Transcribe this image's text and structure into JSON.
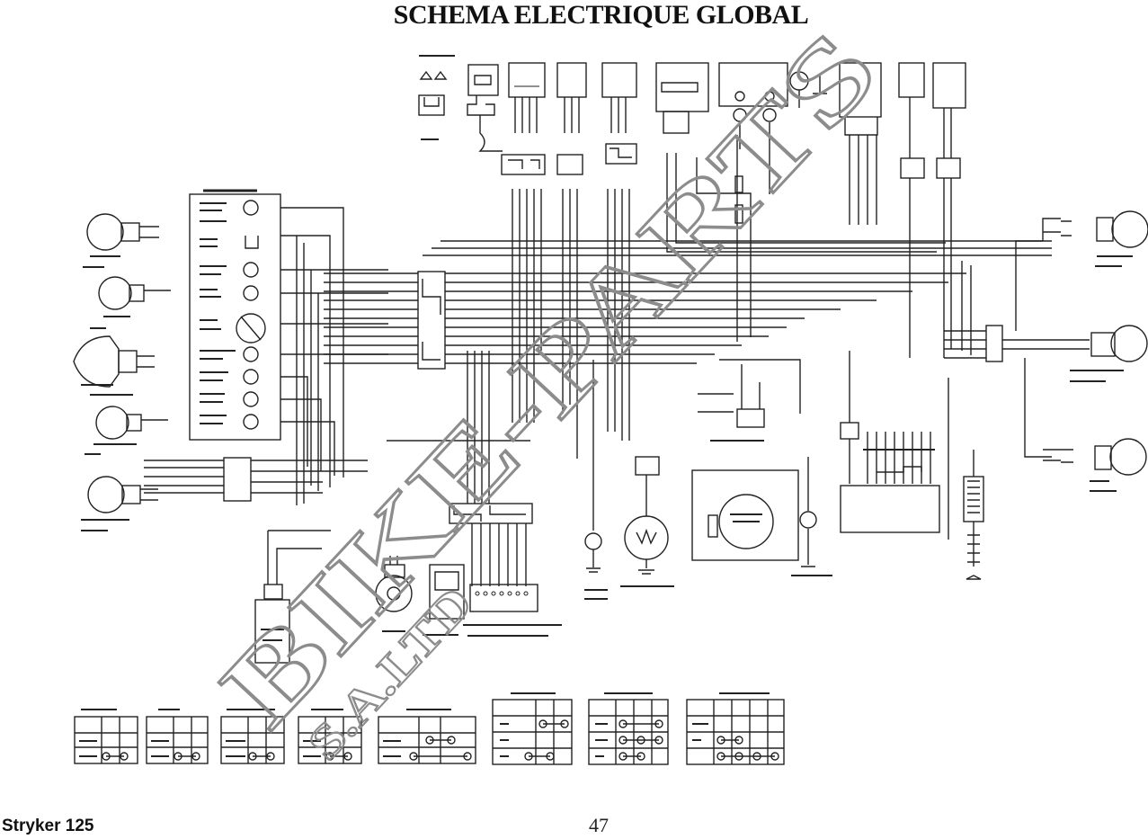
{
  "page": {
    "title": "SCHEMA ELECTRIQUE GLOBAL",
    "model": "Stryker 125",
    "page_number": "47"
  },
  "watermark": {
    "text": "BIKE-PARTS",
    "subtext": "S.A.LTD",
    "color": "#8c8c8c"
  }
}
